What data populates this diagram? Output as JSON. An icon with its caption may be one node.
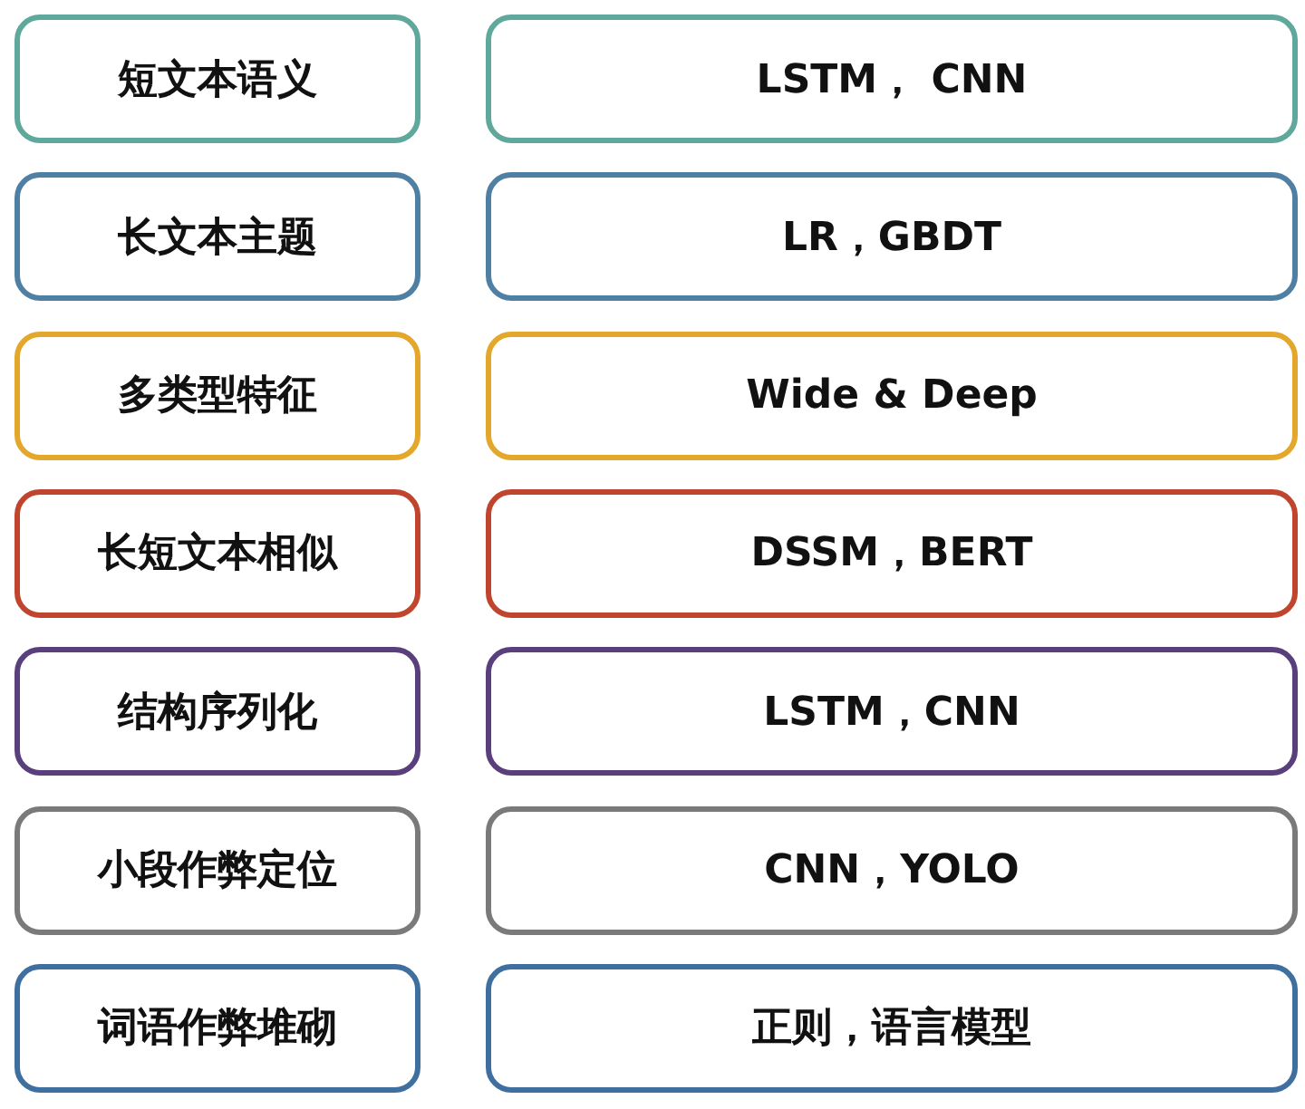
{
  "diagram": {
    "nodes": [
      {
        "text": [
          "短文本语义"
        ]
      },
      {
        "text": [
          "LSTM， CNN"
        ]
      },
      {
        "text": [
          "长文本主题"
        ]
      },
      {
        "text": [
          "LR，GBDT"
        ]
      },
      {
        "text": [
          "多类型特征"
        ]
      },
      {
        "text": [
          "Wide & Deep"
        ]
      },
      {
        "text": [
          "长短文本相似"
        ]
      },
      {
        "text": [
          "DSSM，BERT"
        ]
      },
      {
        "text": [
          "结构序列化"
        ]
      },
      {
        "text": [
          "LSTM，CNN"
        ]
      },
      {
        "text": [
          "小段作弊定位"
        ]
      },
      {
        "text": [
          "CNN，YOLO"
        ]
      },
      {
        "text": [
          "词语作弊堆砌"
        ]
      },
      {
        "text": [
          "正则，语言模型"
        ]
      }
    ]
  }
}
